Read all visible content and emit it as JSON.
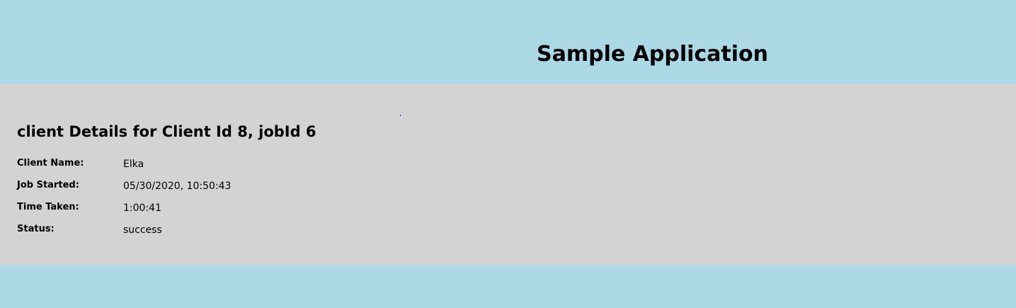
{
  "header": {
    "title": "Sample Application"
  },
  "details": {
    "title": "client Details for Client Id 8, jobId 6",
    "rows": [
      {
        "label": "Client Name:",
        "value": "Elka"
      },
      {
        "label": "Job Started:",
        "value": "05/30/2020, 10:50:43"
      },
      {
        "label": "Time Taken:",
        "value": "1:00:41"
      },
      {
        "label": "Status:",
        "value": "success"
      }
    ]
  },
  "colors": {
    "background": "#add8e6",
    "panel": "#d3d3d3",
    "link": "#0000ee"
  }
}
